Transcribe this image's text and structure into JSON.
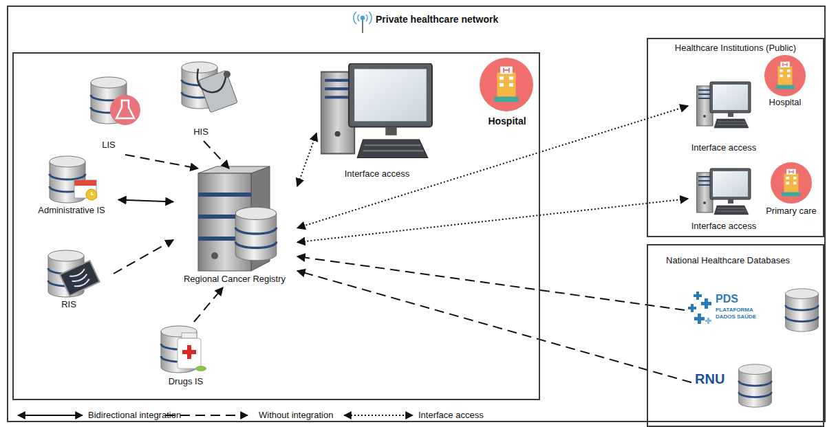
{
  "diagram": {
    "nodes": [
      {
        "text": [
          "Private healthcare network"
        ]
      },
      {
        "text": [
          "Hospital"
        ],
        "in": 0
      },
      {
        "text": [
          "LIS"
        ],
        "in": 1
      },
      {
        "text": [
          "HIS"
        ],
        "in": 1
      },
      {
        "text": [
          "Administrative IS"
        ],
        "in": 1
      },
      {
        "text": [
          "RIS"
        ],
        "in": 1
      },
      {
        "text": [
          "Drugs IS"
        ],
        "in": 1
      },
      {
        "text": [
          "Regional Cancer Registry"
        ],
        "in": 1
      },
      {
        "text": [
          "Interface access"
        ],
        "in": 1
      },
      {
        "text": [
          "Healthcare Institutions (Public)"
        ],
        "in": 0
      },
      {
        "text": [
          "Hospital",
          "Interface access"
        ],
        "in": 9
      },
      {
        "text": [
          "Primary care",
          "Interface access"
        ],
        "in": 9
      },
      {
        "text": [
          "National Healthcare Databases"
        ],
        "in": 0
      },
      {
        "text": [
          "PDS",
          "PLATAFORMA DADOS SAÚDE"
        ],
        "in": 12
      },
      {
        "text": [
          "RNU"
        ],
        "in": 12
      }
    ],
    "edges": [
      {
        "from": 2,
        "to": 7,
        "arrow": "to"
      },
      {
        "from": 3,
        "to": 7,
        "arrow": "to"
      },
      {
        "from": 4,
        "to": 7,
        "arrow": "both"
      },
      {
        "from": 5,
        "to": 7,
        "arrow": "to"
      },
      {
        "from": 6,
        "to": 7,
        "arrow": "to"
      },
      {
        "from": 8,
        "to": 7,
        "arrow": "both"
      },
      {
        "from": 10,
        "to": 7,
        "arrow": "both"
      },
      {
        "from": 11,
        "to": 7,
        "arrow": "both"
      },
      {
        "from": 13,
        "to": 7,
        "arrow": "to"
      },
      {
        "from": 14,
        "to": 7,
        "arrow": "to"
      }
    ],
    "legend": [
      {
        "text": "Bidirectional integration"
      },
      {
        "text": "Without integration"
      },
      {
        "text": "Interface access"
      }
    ]
  }
}
